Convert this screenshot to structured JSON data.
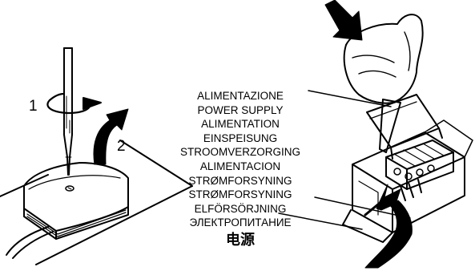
{
  "steps": {
    "one": "1",
    "two": "2"
  },
  "labels": [
    "ALIMENTAZIONE",
    "POWER SUPPLY",
    "ALIMENTATION",
    "EINSPEISUNG",
    "STROOMVERZORGING",
    "ALIMENTACION",
    "STRØMFORSYNING",
    "STRØMFORSYNING",
    "ELFÖRSÖRJNING",
    "ЭЛЕКТРОПИТАНИЕ",
    "电源"
  ],
  "icons": {
    "screwdriver": "screwdriver-icon",
    "rotate": "rotate-arrow-icon",
    "lift": "curved-up-arrow-icon",
    "press": "press-down-arrow-icon",
    "insert": "insert-arrow-icon"
  },
  "colors": {
    "ink": "#000000",
    "paper": "#ffffff"
  }
}
